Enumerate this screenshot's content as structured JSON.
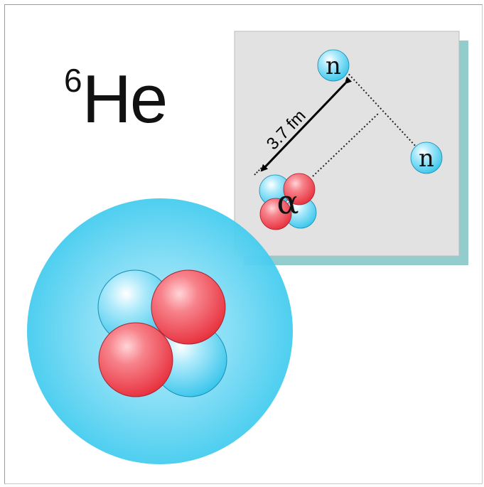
{
  "nucleus": {
    "mass_number": "6",
    "symbol": "He"
  },
  "inset": {
    "distance_label": "3.7 fm",
    "alpha_label": "α",
    "neutron_label": "n"
  },
  "colors": {
    "neutron_fill": "#5ad0f0",
    "proton_fill": "#f04e5c",
    "halo_fill": "#4fd3f2",
    "inset_bg": "#e2e2e2",
    "inset_shadow": "#93cccc"
  }
}
